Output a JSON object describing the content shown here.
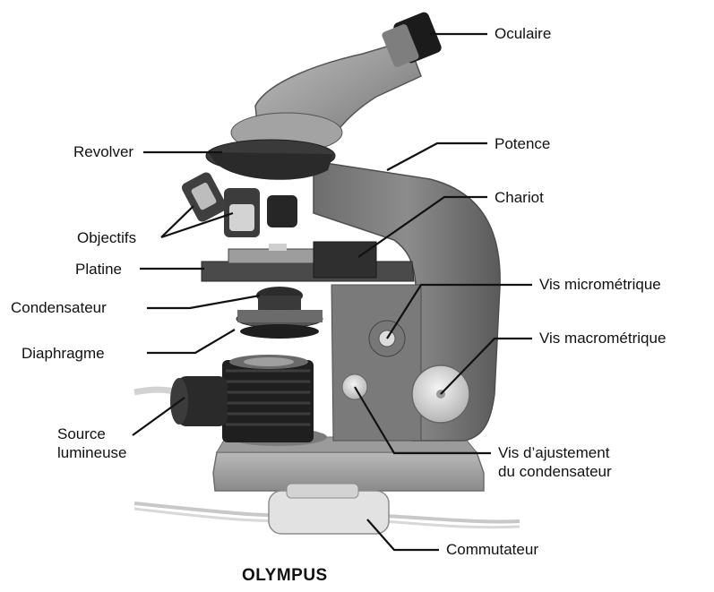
{
  "labels": {
    "oculaire": "Oculaire",
    "revolver": "Revolver",
    "potence": "Potence",
    "chariot": "Chariot",
    "objectifs": "Objectifs",
    "platine": "Platine",
    "condensateur": "Condensateur",
    "vis_micrometrique": "Vis micrométrique",
    "diaphragme": "Diaphragme",
    "vis_macrometrique": "Vis macrométrique",
    "source_lumineuse": "Source\nlumineuse",
    "vis_ajustement": "Vis d’ajustement\ndu condensateur",
    "commutateur": "Commutateur"
  },
  "brand": "OLYMPUS"
}
